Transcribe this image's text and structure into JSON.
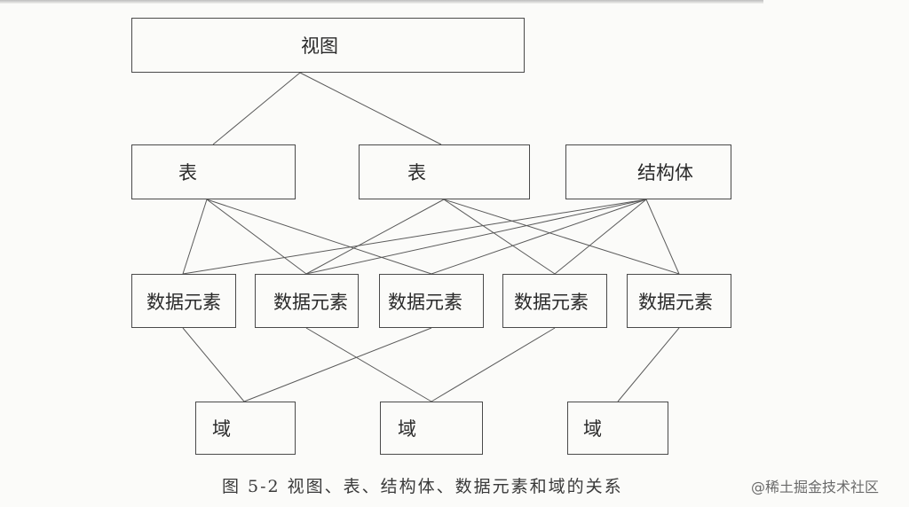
{
  "diagram": {
    "view": "视图",
    "tables": [
      "表",
      "表"
    ],
    "struct": "结构体",
    "data_elements": [
      "数据元素",
      "数据元素",
      "数据元素",
      "数据元素",
      "数据元素"
    ],
    "domains": [
      "域",
      "域",
      "域"
    ]
  },
  "caption": "图 5-2   视图、表、结构体、数据元素和域的关系",
  "watermark": "@稀土掘金技术社区",
  "colors": {
    "line": "#4a4a4a",
    "background": "#fbfbf9"
  }
}
